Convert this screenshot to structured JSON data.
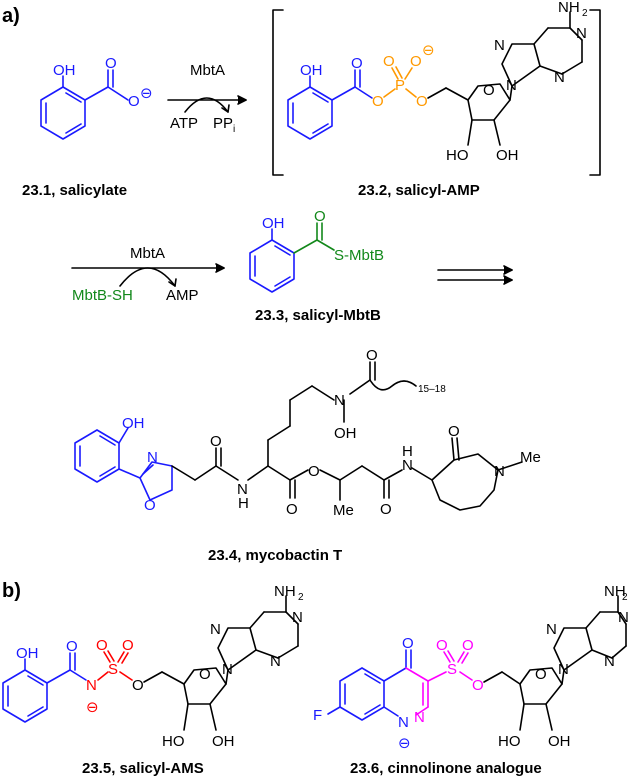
{
  "panels": {
    "a": "a)",
    "b": "b)"
  },
  "colors": {
    "blue": "#1a1aff",
    "green": "#12881a",
    "orange": "#ff9900",
    "red": "#ff0000",
    "magenta": "#ff00ff",
    "black": "#000000"
  },
  "compounds": {
    "c231": "23.1, salicylate",
    "c232": "23.2, salicyl-AMP",
    "c233": "23.3, salicyl-MbtB",
    "c234": "23.4, mycobactin T",
    "c235": "23.5, salicyl-AMS",
    "c236": "23.6, cinnolinone analogue"
  },
  "arrows": {
    "enzyme1": "MbtA",
    "atp": "ATP",
    "ppi": "PP",
    "ppi_sub": "i",
    "enzyme2": "MbtA",
    "mbtb_sh": "MbtB-SH",
    "amp": "AMP"
  },
  "atoms": {
    "oh": "OH",
    "o": "O",
    "minus": "⊖",
    "p": "P",
    "s": "S",
    "n": "N",
    "nh2": "NH",
    "sub2": "2",
    "ho": "HO",
    "s_mbtb": "S-MbtB",
    "h": "H",
    "me": "Me",
    "f": "F",
    "subscript_chain": "15–18"
  }
}
